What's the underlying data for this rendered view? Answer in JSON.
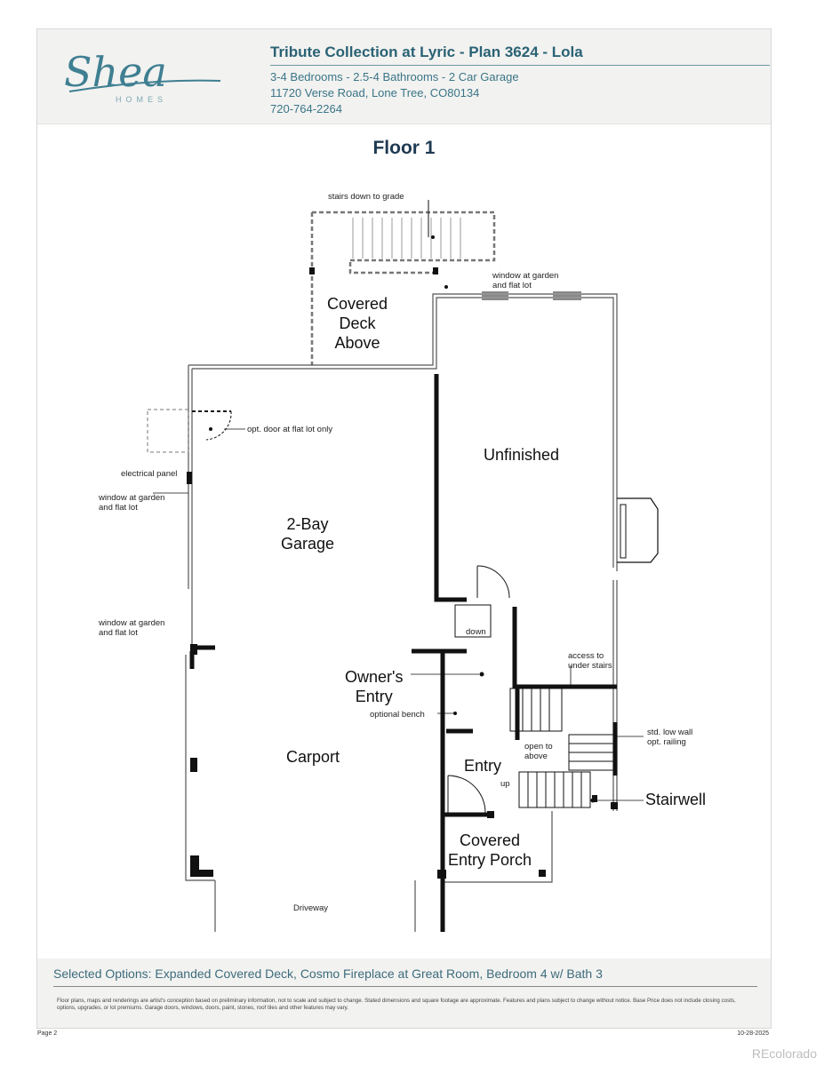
{
  "header": {
    "brand_name": "Shea",
    "brand_sub": "HOMES",
    "title": "Tribute Collection at Lyric - Plan 3624 - Lola",
    "specs": "3-4 Bedrooms - 2.5-4 Bathrooms - 2 Car Garage",
    "address": "11720 Verse Road, Lone Tree, CO80134",
    "phone": "720-764-2264"
  },
  "floor_title": "Floor 1",
  "rooms": {
    "covered_deck": [
      "Covered",
      "Deck",
      "Above"
    ],
    "unfinished": "Unfinished",
    "garage": [
      "2-Bay",
      "Garage"
    ],
    "owners_entry": [
      "Owner's",
      "Entry"
    ],
    "carport": "Carport",
    "entry": "Entry",
    "covered_porch": [
      "Covered",
      "Entry Porch"
    ],
    "stairwell": "Stairwell"
  },
  "notes": {
    "stairs_down": "stairs down to grade",
    "window_garden_top": [
      "window at garden",
      "and flat lot"
    ],
    "opt_door": "opt. door at flat lot only",
    "electrical_panel": "electrical panel",
    "window_garden_mid": [
      "window at garden",
      "and flat lot"
    ],
    "window_garden_low": [
      "window at garden",
      "and flat lot"
    ],
    "down": "down",
    "access_under_stairs": [
      "access to",
      "under stairs"
    ],
    "optional_bench": "optional bench",
    "open_to_above": [
      "open to",
      "above"
    ],
    "up": "up",
    "low_wall": [
      "std. low wall",
      "opt. railing"
    ],
    "driveway": "Driveway"
  },
  "footer": {
    "selected_options": "Selected Options: Expanded Covered Deck, Cosmo Fireplace at Great Room, Bedroom 4 w/ Bath 3",
    "disclaimer": "Floor plans, maps and renderings are artist's conception based on preliminary information, not to scale and subject to change. Stated dimensions and square footage are approximate. Features and plans subject to change without notice. Base Price does not include closing costs, options, upgrades, or lot premiums. Garage doors, windows, doors, paint, stones, roof tiles and other features may vary.",
    "page": "Page 2",
    "date": "10-28-2025"
  },
  "watermark": "REcolorado",
  "colors": {
    "accent": "#2a6275",
    "wall": "#111111"
  }
}
